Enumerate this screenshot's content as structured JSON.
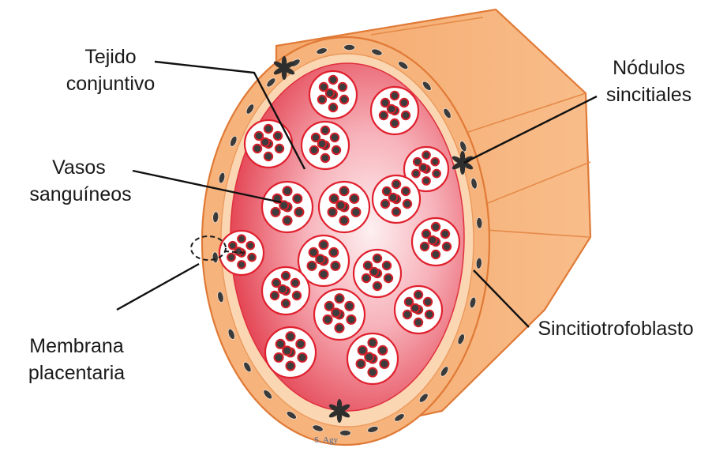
{
  "labels": {
    "tejido": [
      "Tejido",
      "conjuntivo"
    ],
    "vasos": [
      "Vasos",
      "sanguíneos"
    ],
    "membrana": [
      "Membrana",
      "placentaria"
    ],
    "nodulos": [
      "Nódulos",
      "sincitiales"
    ],
    "sincitio": "Sincitiotrofoblasto",
    "signature": "S. Agy"
  },
  "colors": {
    "outer_orange": "#f6b37c",
    "rim_light": "#fbd6b2",
    "stroke_orange": "#e07a36",
    "core_red": "#e8485c",
    "core_light": "#fbe2e4",
    "vessel_fill": "#ffffff",
    "vessel_border": "#e0202e",
    "cell_dark": "#3d3d3d",
    "cell_ring": "#d3202a",
    "nucleus": "#3a3a3a"
  }
}
